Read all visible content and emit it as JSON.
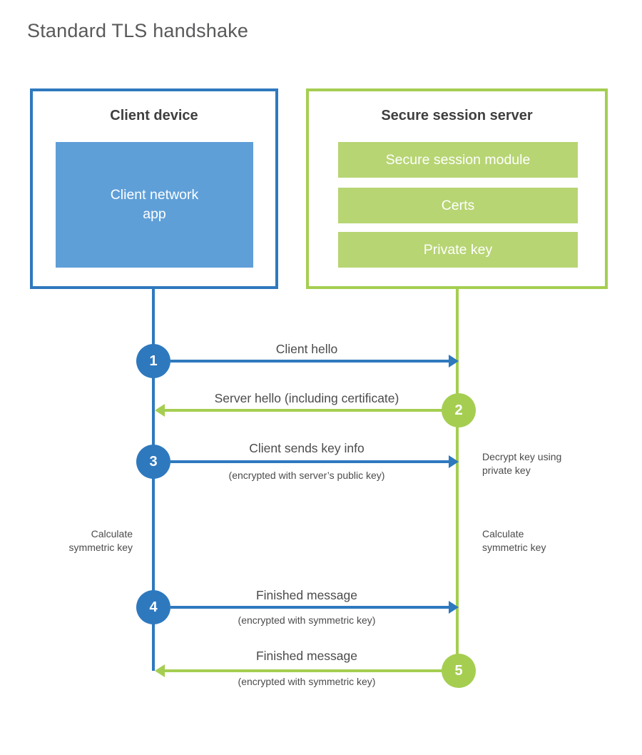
{
  "title": "Standard TLS handshake",
  "colors": {
    "blue": "#2e79be",
    "blue_fill": "#5f9fd8",
    "green": "#a5ce51",
    "green_fill": "#b7d573",
    "heading_text": "#3f3f3f",
    "label_text": "#4b4b4b",
    "title_text": "#58595b"
  },
  "client_box": {
    "title": "Client device",
    "module": "Client network app"
  },
  "server_box": {
    "title": "Secure session server",
    "modules": [
      "Secure session module",
      "Certs",
      "Private key"
    ]
  },
  "steps": [
    {
      "number": "1",
      "label": "Client hello",
      "direction": "client-to-server"
    },
    {
      "number": "2",
      "label": "Server hello (including certificate)",
      "direction": "server-to-client"
    },
    {
      "number": "3",
      "label": "Client sends key info",
      "sublabel": "(encrypted with server’s public key)",
      "direction": "client-to-server"
    },
    {
      "number": "4",
      "label": "Finished message",
      "sublabel": "(encrypted with symmetric key)",
      "direction": "client-to-server"
    },
    {
      "number": "5",
      "label": "Finished message",
      "sublabel": "(encrypted with symmetric key)",
      "direction": "server-to-client"
    }
  ],
  "notes": {
    "decrypt": {
      "line1": "Decrypt key using",
      "line2": "private key"
    },
    "calc_client": {
      "line1": "Calculate",
      "line2": "symmetric key"
    },
    "calc_server": {
      "line1": "Calculate",
      "line2": "symmetric key"
    }
  }
}
